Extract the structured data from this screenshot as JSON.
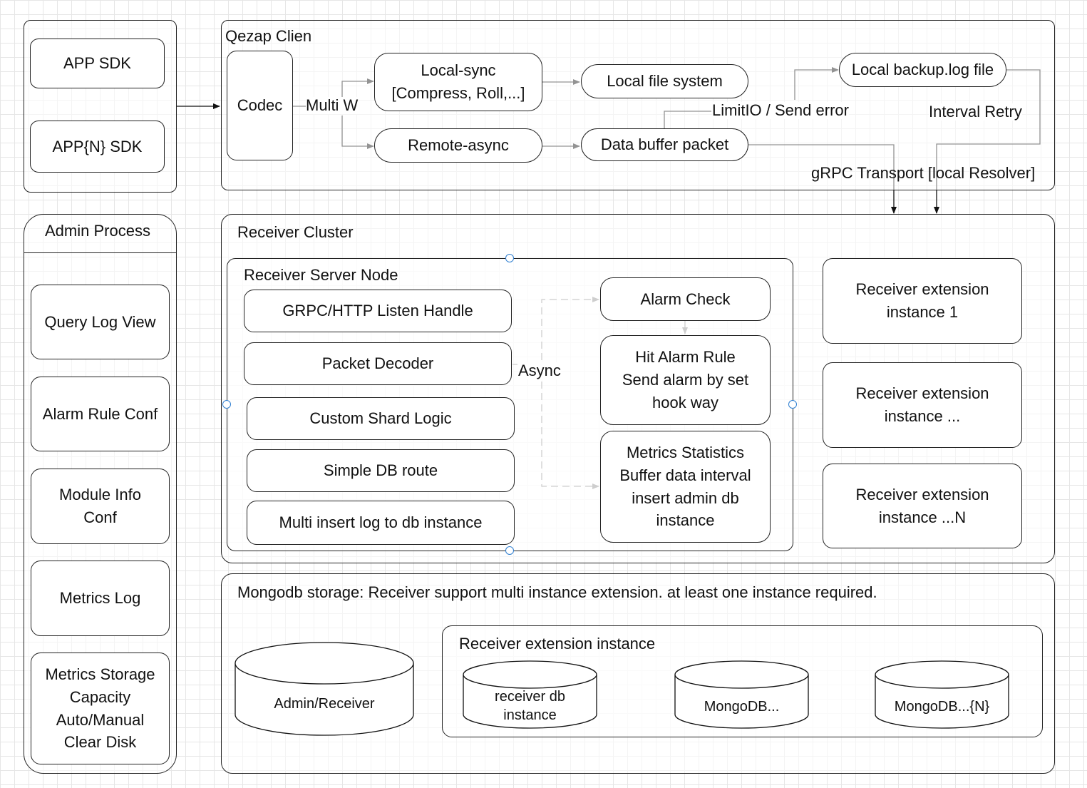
{
  "sdk": {
    "app_sdk": "APP SDK",
    "app_n_sdk": "APP{N} SDK"
  },
  "client": {
    "title": "Qezap Clien",
    "codec": "Codec",
    "multi_w": "Multi W",
    "local_sync": "Local-sync\n[Compress, Roll,...]",
    "local_fs": "Local file system",
    "remote_async": "Remote-async",
    "data_buffer": "Data buffer packet",
    "local_backup": "Local backup.log file",
    "limit_io": "LimitIO / Send error",
    "interval_retry": "Interval Retry",
    "grpc_transport": "gRPC Transport [local Resolver]"
  },
  "admin": {
    "title": "Admin Process",
    "items": [
      "Query Log View",
      "Alarm Rule Conf",
      "Module Info\nConf",
      "Metrics Log",
      "Metrics Storage\nCapacity\nAuto/Manual\nClear Disk"
    ]
  },
  "receiver": {
    "cluster_title": "Receiver Cluster",
    "node_title": "Receiver Server Node",
    "pipeline": [
      "GRPC/HTTP Listen Handle",
      "Packet Decoder",
      "Custom Shard Logic",
      "Simple DB route",
      "Multi insert log to db instance"
    ],
    "async_label": "Async",
    "alarm_check": "Alarm Check",
    "hit_alarm": "Hit Alarm Rule\nSend alarm by set\nhook way",
    "metrics_stats": "Metrics Statistics\nBuffer data interval\ninsert admin db\ninstance",
    "extensions": [
      "Receiver extension\ninstance 1",
      "Receiver extension\ninstance ...",
      "Receiver extension\ninstance ...N"
    ]
  },
  "storage": {
    "title": "Mongodb storage: Receiver support multi instance extension. at least one instance required.",
    "admin_db": "Admin/Receiver",
    "ext_group_title": "Receiver extension instance",
    "dbs": [
      "receiver db\ninstance",
      "MongoDB...",
      "MongoDB...{N}"
    ]
  },
  "colors": {
    "line": "#222222",
    "grid": "#e6e6e6",
    "selection_handle": "#2f7fd1"
  }
}
